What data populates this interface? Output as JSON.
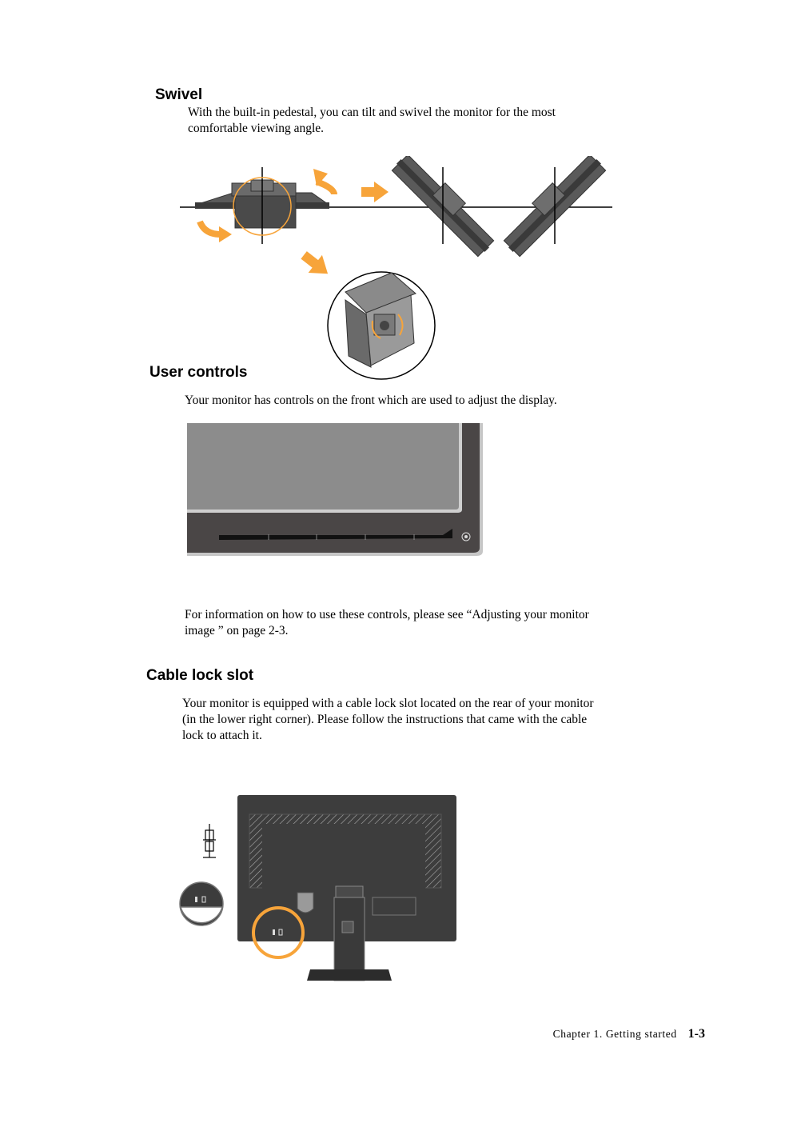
{
  "sections": {
    "swivel": {
      "heading": "Swivel",
      "lines": [
        "With the built-in pedestal, you can tilt and swivel the monitor for the most",
        "comfortable viewing angle."
      ]
    },
    "user_controls": {
      "heading": "User controls",
      "intro": "Your monitor has controls on the front which are used to adjust the display.",
      "info_lines": [
        "For information on how to use these controls, please see “Adjusting your monitor",
        "image ” on page 2-3."
      ]
    },
    "cable_lock": {
      "heading": "Cable lock slot",
      "lines": [
        "Your monitor is equipped with a cable lock slot located on the rear of your monitor",
        "(in the lower right corner). Please follow the instructions that came with the cable",
        "lock to attach it."
      ]
    }
  },
  "footer": {
    "chapter": "Chapter 1. Getting started",
    "page": "1-3"
  },
  "colors": {
    "accent_orange": "#f7a43a",
    "dark_gray": "#3d3d3d",
    "screen_gray": "#888888"
  }
}
